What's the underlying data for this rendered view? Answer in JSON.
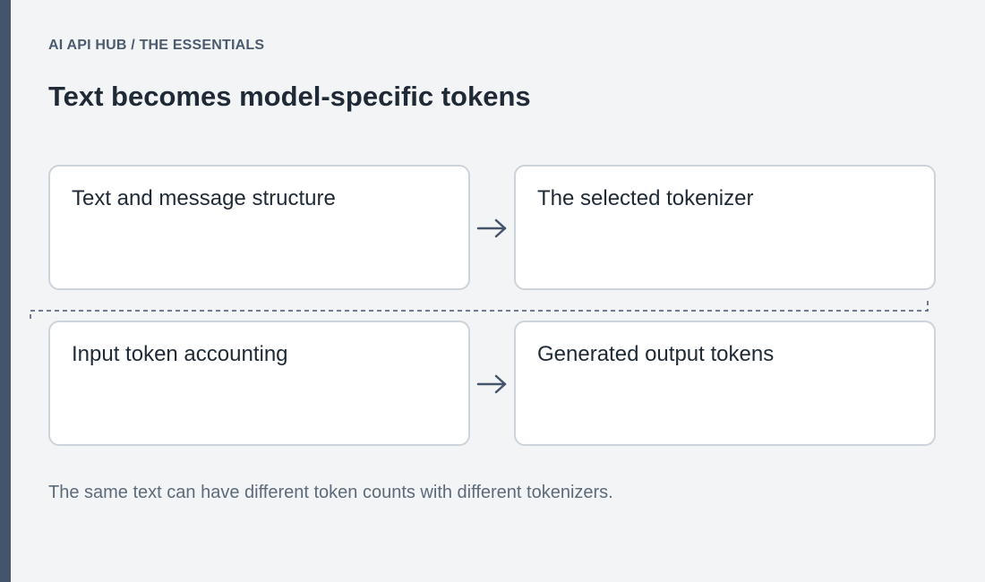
{
  "breadcrumb": "AI API HUB / THE ESSENTIALS",
  "title": "Text becomes model-specific tokens",
  "flow_top": {
    "source": "Text and message structure",
    "target": "The selected tokenizer"
  },
  "flow_bottom": {
    "source": "Input token accounting",
    "target": "Generated output tokens"
  },
  "footnote": "The same text can have different token counts with different tokenizers.",
  "colors": {
    "sidebar": "#44556b",
    "background": "#f2f4f6",
    "card_border": "#cdd3da",
    "arrow": "#44556b"
  }
}
